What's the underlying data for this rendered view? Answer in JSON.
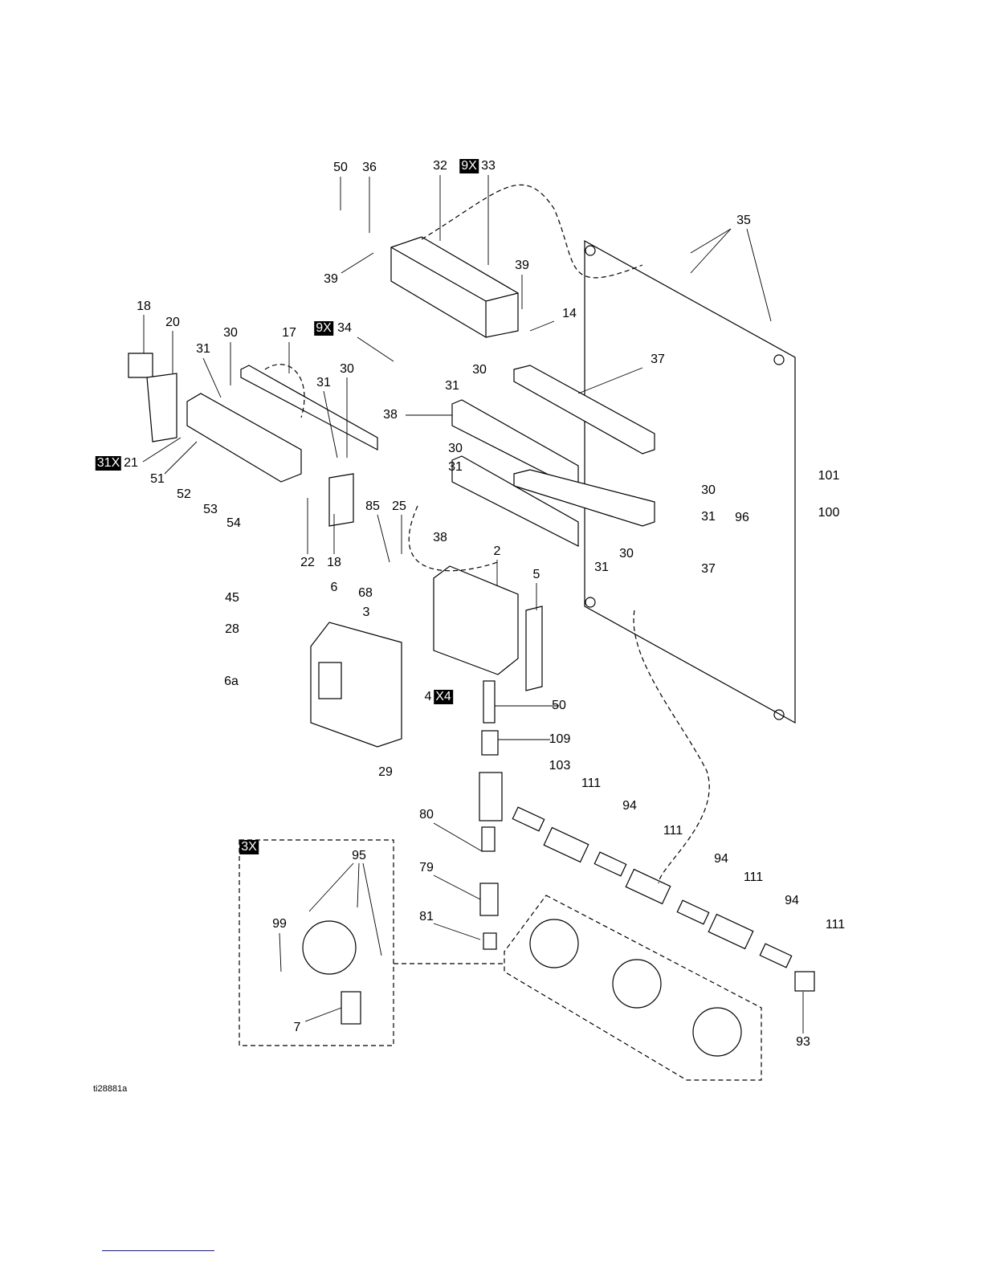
{
  "callouts": [
    "50",
    "36",
    "32",
    "33",
    "35",
    "39",
    "39",
    "14",
    "18",
    "20",
    "31",
    "30",
    "17",
    "34",
    "31",
    "30",
    "30",
    "31",
    "37",
    "38",
    "30",
    "31",
    "30",
    "31",
    "96",
    "101",
    "100",
    "21",
    "51",
    "52",
    "53",
    "54",
    "22",
    "18",
    "85",
    "25",
    "38",
    "2",
    "5",
    "30",
    "31",
    "37",
    "45",
    "6",
    "68",
    "3",
    "28",
    "6a",
    "4",
    "50",
    "109",
    "29",
    "103",
    "111",
    "94",
    "80",
    "111",
    "95",
    "94",
    "79",
    "111",
    "99",
    "81",
    "94",
    "111",
    "7",
    "93"
  ],
  "badges": {
    "b33": "9X",
    "b34": "9X",
    "b21": "31X",
    "b4": "X4",
    "b3x": "3X"
  },
  "figure_id": "ti28881a"
}
